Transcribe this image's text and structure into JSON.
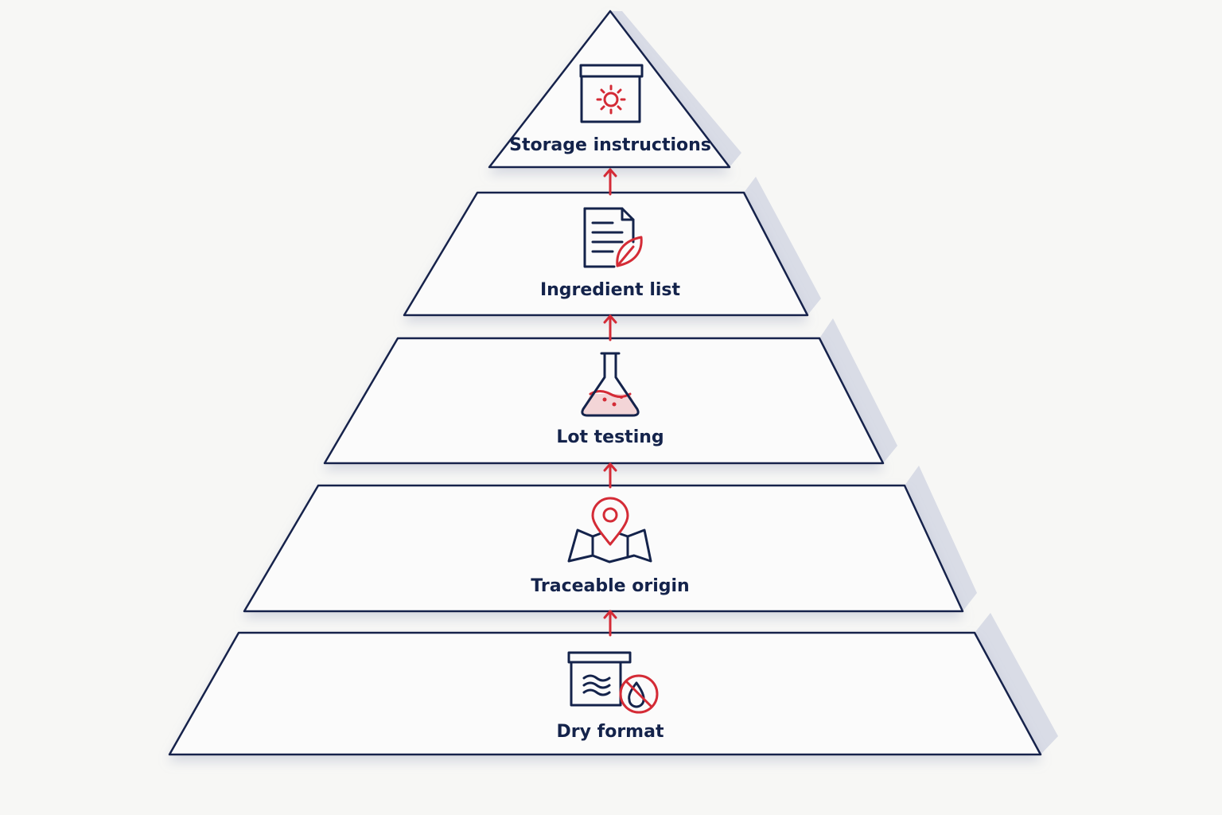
{
  "colors": {
    "background": "#f7f7f5",
    "outline": "#14234b",
    "accent": "#d42b36",
    "face": "#fbfbfb",
    "side": "#d9dce6"
  },
  "tiers": [
    {
      "label": "Storage instructions",
      "icon": "storage-box-sun-icon"
    },
    {
      "label": "Ingredient list",
      "icon": "document-leaf-icon"
    },
    {
      "label": "Lot testing",
      "icon": "flask-icon"
    },
    {
      "label": "Traceable origin",
      "icon": "map-pin-icon"
    },
    {
      "label": "Dry format",
      "icon": "box-no-moisture-icon"
    }
  ]
}
